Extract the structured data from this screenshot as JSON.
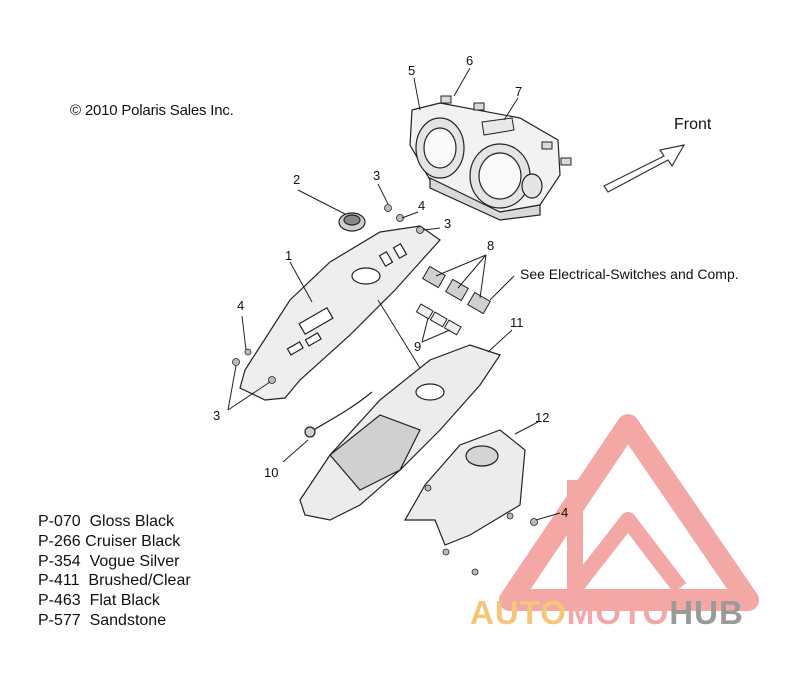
{
  "copyright": "© 2010 Polaris Sales Inc.",
  "front_label": "Front",
  "see_note": "See Electrical-Switches and Comp.",
  "callouts": {
    "c1": "1",
    "c2": "2",
    "c3a": "3",
    "c3b": "3",
    "c3c": "3",
    "c4a": "4",
    "c4b": "4",
    "c4c": "4",
    "c5": "5",
    "c6": "6",
    "c7": "7",
    "c8": "8",
    "c9": "9",
    "c10": "10",
    "c11": "11",
    "c12": "12"
  },
  "color_codes": [
    "P-070  Gloss Black",
    "P-266 Cruiser Black",
    "P-354  Vogue Silver",
    "P-411  Brushed/Clear",
    "P-463  Flat Black",
    "P-577  Sandstone"
  ],
  "watermark": {
    "part1": "AUTO",
    "part2": "MOTO",
    "part3": "HUB",
    "colors": {
      "auto": "#f5c57a",
      "moto": "#f3a7a7",
      "hub": "#9a9a9a",
      "triangle": "#f39a96"
    }
  }
}
